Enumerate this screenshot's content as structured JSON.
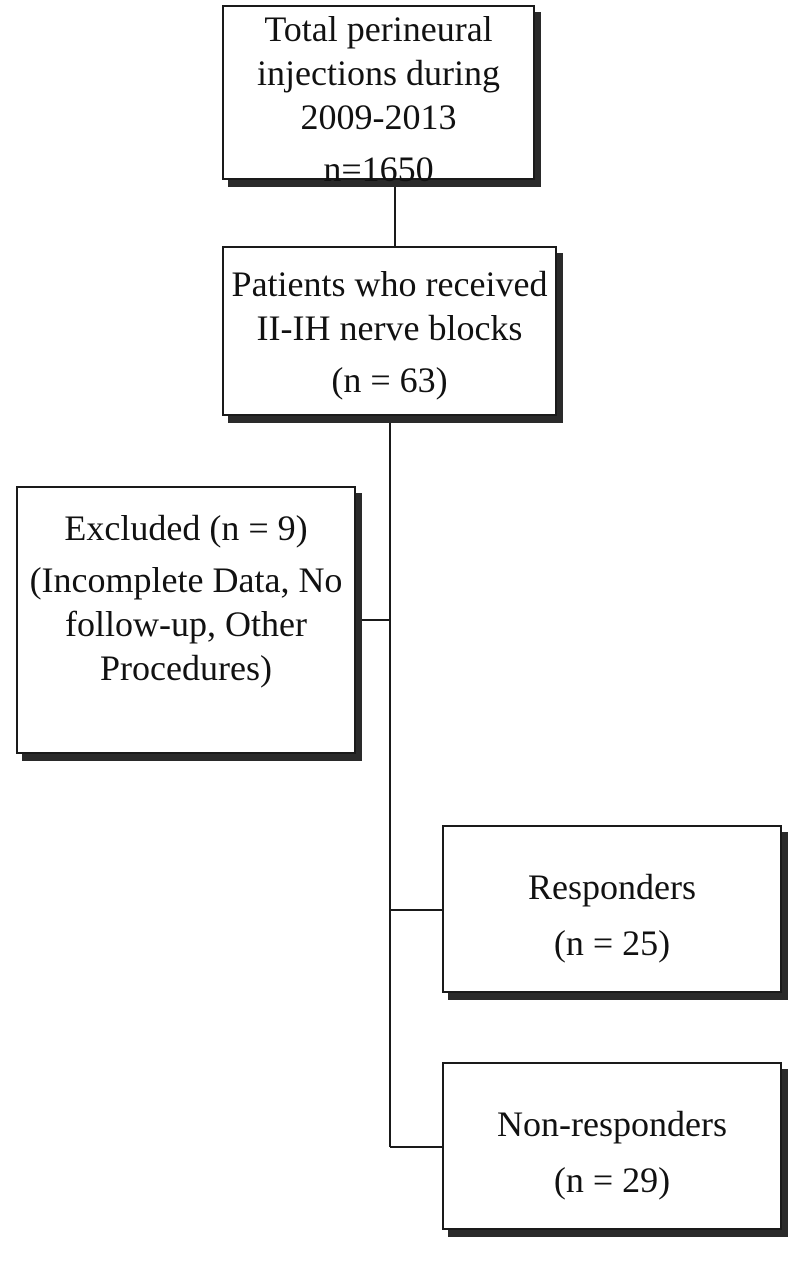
{
  "flowchart": {
    "total": {
      "line1": "Total perineural",
      "line2": "injections during",
      "line3": "2009-2013",
      "count": "n=1650"
    },
    "patients": {
      "line1": "Patients who received",
      "line2": "II-IH nerve blocks",
      "count": "(n = 63)"
    },
    "excluded": {
      "title": "Excluded (n = 9)",
      "detail_line1": "(Incomplete Data, No",
      "detail_line2": "follow-up, Other",
      "detail_line3": "Procedures)"
    },
    "responders": {
      "label": "Responders",
      "count": "(n = 25)"
    },
    "nonresponders": {
      "label": "Non-responders",
      "count": "(n = 29)"
    }
  },
  "colors": {
    "line": "#1a1a1a",
    "shadow": "#2a2a2a",
    "background": "#ffffff"
  }
}
